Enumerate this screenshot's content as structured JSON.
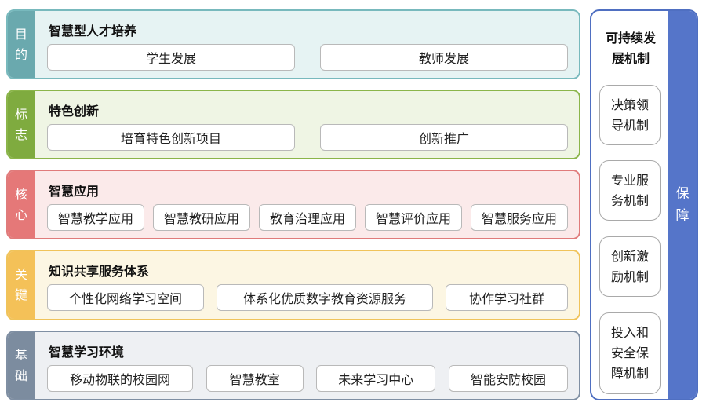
{
  "layers": [
    {
      "side_chars": [
        "目",
        "的"
      ],
      "title": "智慧型人才培养",
      "items": [
        "学生发展",
        "教师发展"
      ]
    },
    {
      "side_chars": [
        "标",
        "志"
      ],
      "title": "特色创新",
      "items": [
        "培育特色创新项目",
        "创新推广"
      ]
    },
    {
      "side_chars": [
        "核",
        "心"
      ],
      "title": "智慧应用",
      "items": [
        "智慧教学应用",
        "智慧教研应用",
        "教育治理应用",
        "智慧评价应用",
        "智慧服务应用"
      ]
    },
    {
      "side_chars": [
        "关",
        "键"
      ],
      "title": "知识共享服务体系",
      "items": [
        "个性化网络学习空间",
        "体系化优质数字教育资源服务",
        "协作学习社群"
      ]
    },
    {
      "side_chars": [
        "基",
        "础"
      ],
      "title": "智慧学习环境",
      "items": [
        "移动物联的校园网",
        "智慧教室",
        "未来学习中心",
        "智能安防校园"
      ]
    }
  ],
  "right_panel": {
    "title_lines": [
      "可持续发",
      "展机制"
    ],
    "strip_chars": [
      "保",
      "障"
    ],
    "mechanisms": [
      [
        "决策领",
        "导机制"
      ],
      [
        "专业服",
        "务机制"
      ],
      [
        "创新激",
        "励机制"
      ],
      [
        "投入和",
        "安全保",
        "障机制"
      ]
    ]
  }
}
